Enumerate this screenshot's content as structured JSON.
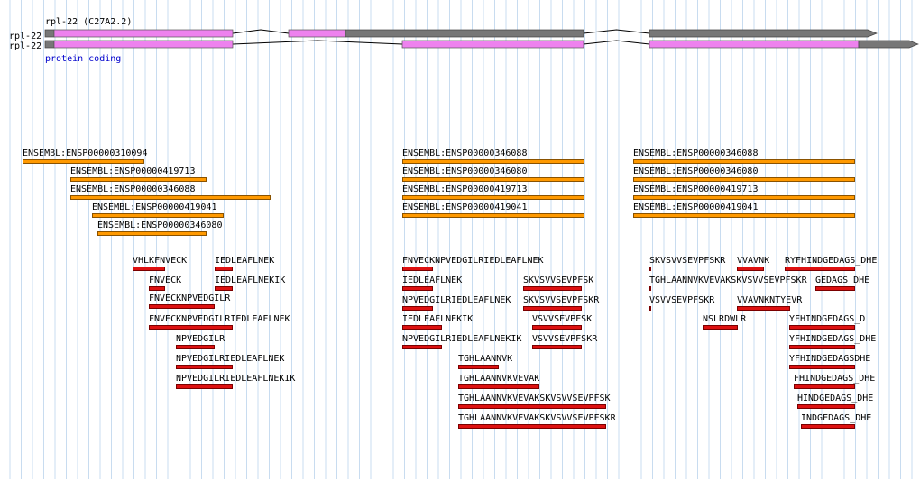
{
  "colors": {
    "background": "#ffffff",
    "gridline": "#c8dcf0",
    "cds": "#ee82ee",
    "utr": "#777777",
    "utr_edge": "#444444",
    "intron": "#000000",
    "protein_bar": "#ff9900",
    "peptide_bar": "#dd1111",
    "biotype_text": "#0000cc"
  },
  "gene": {
    "name": "rpl-22",
    "sequence_name": "(C27A2.2)",
    "biotype": "protein coding",
    "transcripts": [
      {
        "label": "rpl-22",
        "blocks": [
          {
            "from": 50,
            "to": 60,
            "kind": "utr"
          },
          {
            "from": 60,
            "to": 258,
            "kind": "cds"
          },
          {
            "from": 320,
            "to": 383,
            "kind": "cds"
          },
          {
            "from": 383,
            "to": 647,
            "kind": "utr"
          },
          {
            "from": 720,
            "to": 962,
            "kind": "utr",
            "arrow": true
          }
        ]
      },
      {
        "label": "rpl-22",
        "blocks": [
          {
            "from": 50,
            "to": 60,
            "kind": "utr"
          },
          {
            "from": 60,
            "to": 258,
            "kind": "cds"
          },
          {
            "from": 446,
            "to": 647,
            "kind": "cds"
          },
          {
            "from": 720,
            "to": 952,
            "kind": "cds"
          },
          {
            "from": 952,
            "to": 1008,
            "kind": "utr",
            "arrow": true
          }
        ]
      }
    ]
  },
  "protein_matches": [
    {
      "label": "ENSEMBL:ENSP00000310094",
      "from": 25,
      "to": 160
    },
    {
      "label": "ENSEMBL:ENSP00000419713",
      "from": 78,
      "to": 229
    },
    {
      "label": "ENSEMBL:ENSP00000346088",
      "from": 78,
      "to": 300
    },
    {
      "label": "ENSEMBL:ENSP00000419041",
      "from": 102,
      "to": 248
    },
    {
      "label": "ENSEMBL:ENSP00000346080",
      "from": 108,
      "to": 229
    },
    {
      "label": "ENSEMBL:ENSP00000346088",
      "from": 446,
      "to": 648
    },
    {
      "label": "ENSEMBL:ENSP00000346080",
      "from": 446,
      "to": 648
    },
    {
      "label": "ENSEMBL:ENSP00000419713",
      "from": 446,
      "to": 648
    },
    {
      "label": "ENSEMBL:ENSP00000419041",
      "from": 446,
      "to": 648
    },
    {
      "label": "ENSEMBL:ENSP00000346088",
      "from": 702,
      "to": 948
    },
    {
      "label": "ENSEMBL:ENSP00000346080",
      "from": 702,
      "to": 948
    },
    {
      "label": "ENSEMBL:ENSP00000419713",
      "from": 702,
      "to": 948
    },
    {
      "label": "ENSEMBL:ENSP00000419041",
      "from": 702,
      "to": 948
    }
  ],
  "peptides": [
    {
      "label": "VHLKFNVECK",
      "from": 147,
      "to": 183
    },
    {
      "label": "IEDLEAFLNEK",
      "from": 238,
      "to": 258
    },
    {
      "label": "FNVECK",
      "from": 165,
      "to": 183
    },
    {
      "label": "IEDLEAFLNEKIK",
      "from": 238,
      "to": 258
    },
    {
      "label": "FNVECKNPVEDGILR",
      "from": 165,
      "to": 238
    },
    {
      "label": "FNVECKNPVEDGILRIEDLEAFLNEK",
      "from": 165,
      "to": 258
    },
    {
      "label": "NPVEDGILR",
      "from": 195,
      "to": 238
    },
    {
      "label": "NPVEDGILRIEDLEAFLNEK",
      "from": 195,
      "to": 258
    },
    {
      "label": "NPVEDGILRIEDLEAFLNEKIK",
      "from": 195,
      "to": 258
    },
    {
      "label": "FNVECKNPVEDGILRIEDLEAFLNEK",
      "from": 446,
      "to": 480
    },
    {
      "label": "IEDLEAFLNEK",
      "from": 446,
      "to": 480
    },
    {
      "label": "SKVSVVSEVPFSK",
      "from": 580,
      "to": 645
    },
    {
      "label": "NPVEDGILRIEDLEAFLNEK",
      "from": 446,
      "to": 480
    },
    {
      "label": "SKVSVVSEVPFSKR",
      "from": 580,
      "to": 645
    },
    {
      "label": "IEDLEAFLNEKIK",
      "from": 446,
      "to": 490
    },
    {
      "label": "VSVVSEVPFSK",
      "from": 590,
      "to": 645
    },
    {
      "label": "NPVEDGILRIEDLEAFLNEKIK",
      "from": 446,
      "to": 490
    },
    {
      "label": "VSVVSEVPFSKR",
      "from": 590,
      "to": 645
    },
    {
      "label": "TGHLAANNVK",
      "from": 508,
      "to": 553
    },
    {
      "label": "TGHLAANNVKVEVAK",
      "from": 508,
      "to": 598
    },
    {
      "label": "TGHLAANNVKVEVAKSKVSVVSEVPFSK",
      "from": 508,
      "to": 672
    },
    {
      "label": "TGHLAANNVKVEVAKSKVSVVSEVPFSKR",
      "from": 508,
      "to": 672
    },
    {
      "label": "SKVSVVSEVPFSKR",
      "from": 720,
      "to": 722
    },
    {
      "label": "VVAVNK",
      "from": 817,
      "to": 847
    },
    {
      "label": "RYFHINDGEDAGS_DHE",
      "from": 870,
      "to": 948
    },
    {
      "label": "TGHLAANNVKVEVAKSKVSVVSEVPFSKR",
      "from": 720,
      "to": 722
    },
    {
      "label": "GEDAGS_DHE",
      "from": 904,
      "to": 948
    },
    {
      "label": "VSVVSEVPFSKR",
      "from": 720,
      "to": 722
    },
    {
      "label": "VVAVNKNTYEVR",
      "from": 817,
      "to": 876
    },
    {
      "label": "NSLRDWLR",
      "from": 779,
      "to": 818
    },
    {
      "label": "YFHINDGEDAGS_D",
      "from": 875,
      "to": 948
    },
    {
      "label": "YFHINDGEDAGS_DHE",
      "from": 875,
      "to": 948
    },
    {
      "label": "YFHINDGEDAGSDHE",
      "from": 875,
      "to": 948
    },
    {
      "label": "FHINDGEDAGS_DHE",
      "from": 880,
      "to": 948
    },
    {
      "label": "HINDGEDAGS_DHE",
      "from": 884,
      "to": 948
    },
    {
      "label": "INDGEDAGS_DHE",
      "from": 888,
      "to": 948
    }
  ]
}
